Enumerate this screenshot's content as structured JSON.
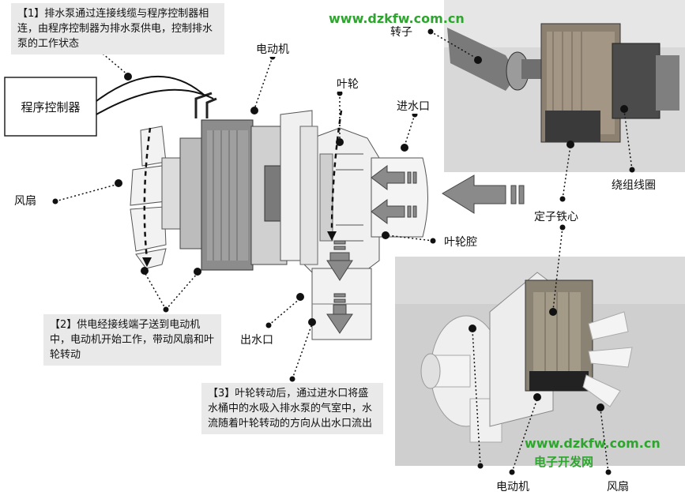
{
  "notes": {
    "n1": "【1】排水泵通过连接线缆与程序控制器相连，由程序控制器为排水泵供电，控制排水泵的工作状态",
    "n2": "【2】供电经接线端子送到电动机中，电动机开始工作，带动风扇和叶轮转动",
    "n3": "【3】叶轮转动后，通过进水口将盛水桶中的水吸入排水泵的气室中，水流随着叶轮转动的方向从出水口流出"
  },
  "box": {
    "controller": "程序控制器"
  },
  "labels": {
    "motor_top": "电动机",
    "impeller": "叶轮",
    "inlet": "进水口",
    "fan_left": "风扇",
    "impeller_chamber": "叶轮腔",
    "outlet": "出水口",
    "rotor": "转子",
    "winding": "绕组线圈",
    "stator_core": "定子铁心",
    "motor_bottom": "电动机",
    "fan_bottom": "风扇"
  },
  "watermark": {
    "url_top": "www.dzkfw.com.cn",
    "url_bottom": "www.dzkfw.com.cn",
    "site_name": "电子开发网"
  },
  "colors": {
    "watermark": "#2ea52e",
    "note_bg": "#e9e9e9",
    "arrow_gray": "#8a8a8a"
  }
}
